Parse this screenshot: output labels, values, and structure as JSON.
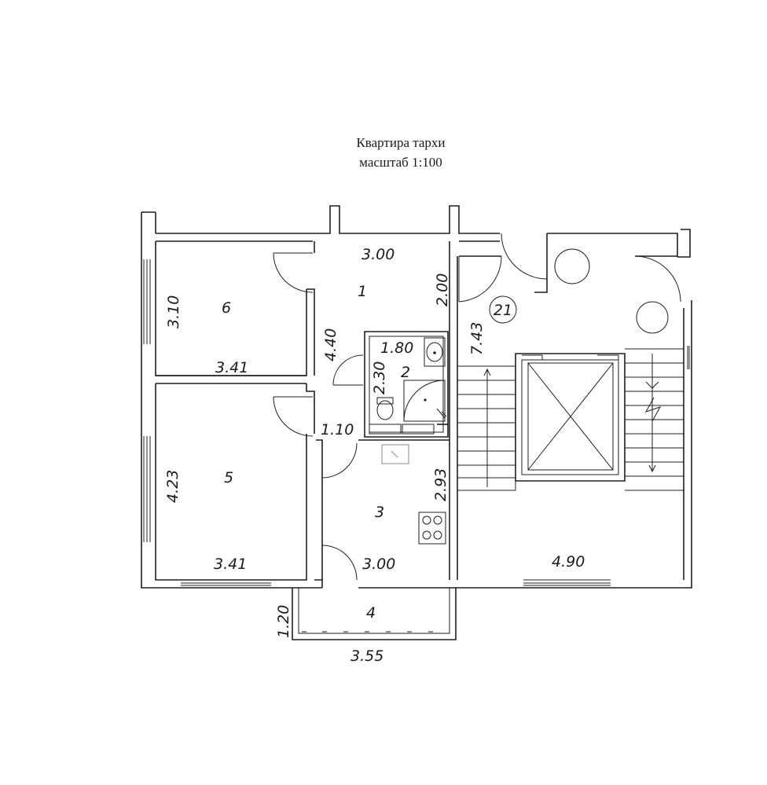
{
  "title": {
    "line1": "Квартира тархи",
    "line2": "масштаб 1:100"
  },
  "rooms": [
    {
      "number": "1",
      "dims": [
        "3.00",
        "2.00",
        "4.40"
      ]
    },
    {
      "number": "2",
      "dims": [
        "1.80",
        "2.30"
      ]
    },
    {
      "number": "3",
      "dims": [
        "1.10",
        "2.93",
        "3.00"
      ]
    },
    {
      "number": "4",
      "dims": [
        "1.20",
        "3.55"
      ]
    },
    {
      "number": "5",
      "dims": [
        "4.23",
        "3.41"
      ]
    },
    {
      "number": "6",
      "dims": [
        "3.10",
        "3.41"
      ]
    }
  ],
  "stairwell": {
    "label": "21",
    "dims": [
      "7.43",
      "4.90"
    ]
  }
}
